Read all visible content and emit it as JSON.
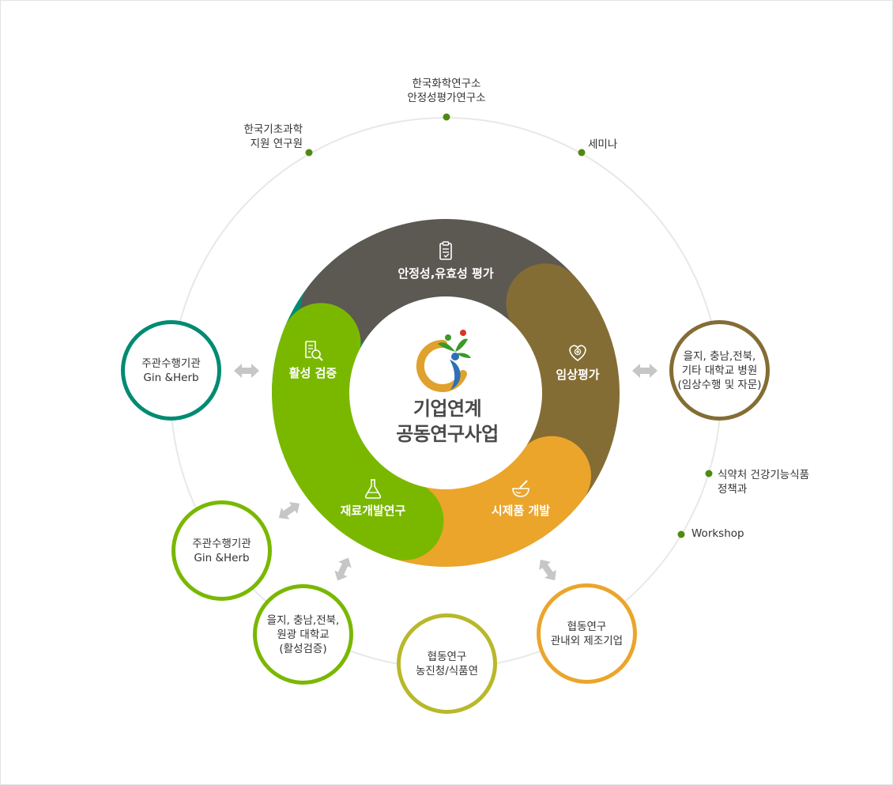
{
  "center": {
    "title_line1": "기업연계",
    "title_line2": "공동연구사업"
  },
  "segments": [
    {
      "id": "safety",
      "label": "안정성,유효성 평가",
      "color": "#5c5852",
      "icon": "clipboard-icon"
    },
    {
      "id": "clinical",
      "label": "임상평가",
      "color": "#846d34",
      "icon": "heart-plus-icon"
    },
    {
      "id": "prototype",
      "label": "시제품 개발",
      "color": "#eba52b",
      "icon": "mortar-pestle-icon"
    },
    {
      "id": "material",
      "label": "재료개발연구",
      "color": "#7ab800",
      "icon": "flask-icon"
    },
    {
      "id": "activity",
      "label": "활성 검증",
      "color": "#008b72",
      "icon": "document-search-icon"
    }
  ],
  "outer_labels": {
    "top_center": [
      "한국화학연구소",
      "안정성평가연구소"
    ],
    "top_left": [
      "한국기초과학",
      "지원 연구원"
    ],
    "top_right": [
      "세미나"
    ],
    "right_1": [
      "식약처 건강기능식품",
      "정책과"
    ],
    "right_2": [
      "Workshop"
    ]
  },
  "nodes": {
    "left_top": {
      "lines": [
        "주관수행기관",
        "Gin &Herb"
      ],
      "color": "#008b72"
    },
    "right_top": {
      "lines": [
        "을지, 충남,전북,",
        "기타 대학교 병원",
        "(임상수행 및 자문)"
      ],
      "color": "#846d34"
    },
    "left_bottom": {
      "lines": [
        "주관수행기관",
        "Gin &Herb"
      ],
      "color": "#7ab800"
    },
    "bottom_1": {
      "lines": [
        "을지, 충남,전북,",
        "원광 대학교",
        "(활성검증)"
      ],
      "color": "#7ab800"
    },
    "bottom_2": {
      "lines": [
        "협동연구",
        "농진청/식품연"
      ],
      "color": "#b8b82a"
    },
    "bottom_3": {
      "lines": [
        "협동연구",
        "관내외 제조기업"
      ],
      "color": "#eba52b"
    }
  },
  "colors": {
    "dot": "#4e8a12",
    "ring": "#e8e8e8",
    "arrow": "#c4c4c4"
  }
}
